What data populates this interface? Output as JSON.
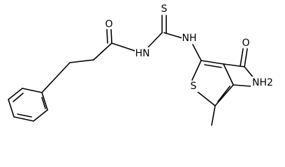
{
  "molecule": {
    "atom_labels": {
      "thiocarbonyl_S": "S",
      "thiourea_NH": "NH",
      "amide_N_left": "HN",
      "carbonyl_O_left": "O",
      "carboxamide_O": "O",
      "carboxamide_NH2": "NH2",
      "thiophene_S": "S"
    }
  }
}
